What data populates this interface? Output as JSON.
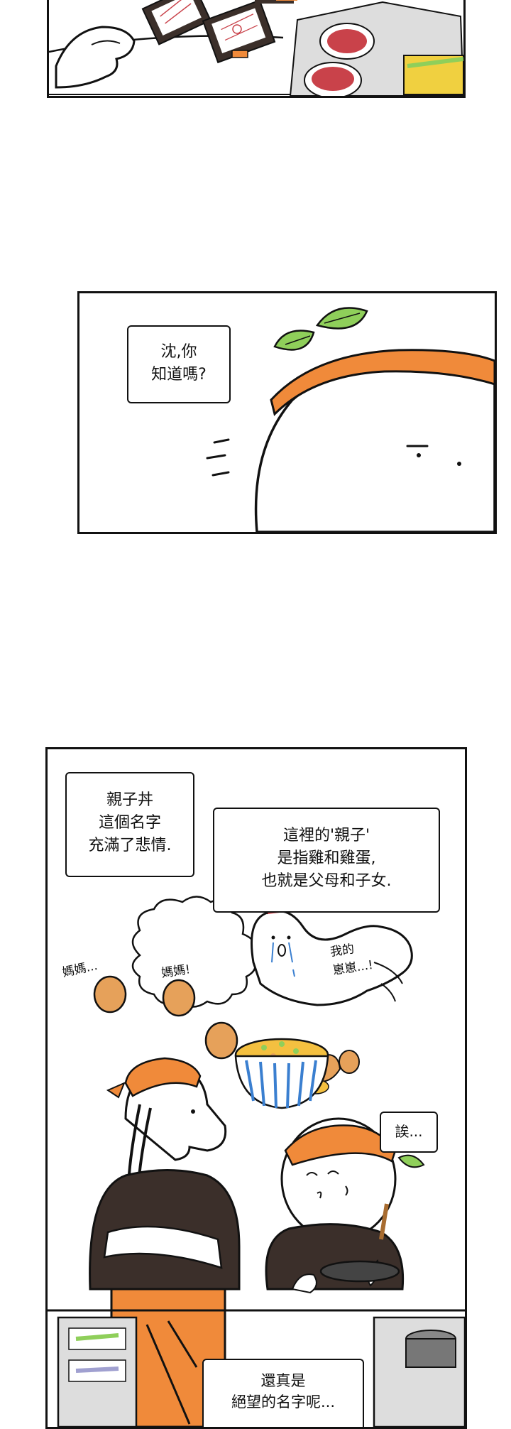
{
  "panel1": {},
  "panel2": {
    "bubble": [
      "沈,你",
      "知道嗎?"
    ]
  },
  "panel3": {
    "bubble_left": [
      "親子丼",
      "這個名字",
      "充滿了悲情."
    ],
    "bubble_right": [
      "這裡的'親子'",
      "是指雞和雞蛋,",
      "也就是父母和子女."
    ],
    "egg_voice_1": "媽媽...",
    "egg_voice_2": "媽媽!",
    "hen_voice": [
      "我的",
      "崽崽...!"
    ],
    "small_bubble": "誒...",
    "bottom_bubble": [
      "還真是",
      "絕望的名字呢..."
    ]
  },
  "colors": {
    "ink": "#111111",
    "orange": "#f08a3a",
    "egg": "#e6a15a",
    "leaf": "#8fcf5a",
    "apron": "#f08a3a",
    "shirt": "#3b2f2a",
    "bowl_blue": "#3a7fd0",
    "dish_red": "#c9424a"
  }
}
